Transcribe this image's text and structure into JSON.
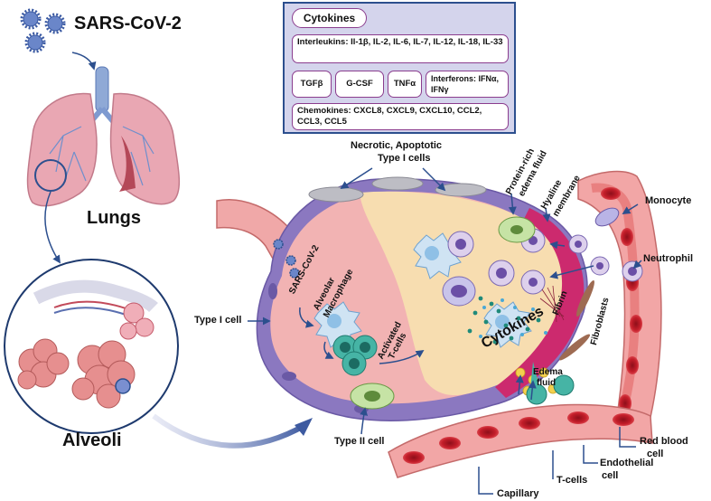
{
  "virus_label": "SARS-CoV-2",
  "lungs_label": "Lungs",
  "alveoli_label": "Alveoli",
  "cytokines_panel": {
    "title": "Cytokines",
    "interleukins": "Interleukins: Il-1β, IL-2, IL-6, IL-7, IL-12, IL-18, IL-33",
    "tgfb": "TGFβ",
    "gcsf": "G-CSF",
    "tnfa": "TNFα",
    "interferons": "Interferons: IFNα, IFNγ",
    "chemokines": "Chemokines: CXCL8, CXCL9, CXCL10, CCL2, CCL3, CCL5"
  },
  "labels": {
    "necrotic": "Necrotic, Apoptotic",
    "type1_cells": "Type I cells",
    "protein_rich_1": "Protein-rich",
    "protein_rich_2": "edema fluid",
    "hyaline_1": "Hyaline",
    "hyaline_2": "membrane",
    "monocyte": "Monocyte",
    "neutrophil": "Neutrophil",
    "type1_cell": "Type I cell",
    "sars_inner": "SARS-CoV-2",
    "alveolar_1": "Alveolar",
    "alveolar_2": "Macrophage",
    "activated_1": "Activated",
    "activated_2": "T-cells",
    "cytokines_center": "Cytokines",
    "fibrin": "Fibrin",
    "fibroblasts": "Fibroblasts",
    "edema_1": "Edema",
    "edema_2": "fluid",
    "type2_cell": "Type II cell",
    "red_blood_1": "Red blood",
    "red_blood_2": "cell",
    "endothelial_1": "Endothelial",
    "endothelial_2": "cell",
    "tcells": "T-cells",
    "capillary": "Capillary"
  },
  "colors": {
    "alveolus_pink": "#f2b3b3",
    "exudate_yellow": "#f7ddb0",
    "hyaline_magenta": "#cc2a6e",
    "membrane_purple": "#8b78c0",
    "vessel_red": "#f2a6a6",
    "rbc_red": "#c41e2a",
    "arrow_blue": "#2c4f8e",
    "lung_pink": "#e9a7b3",
    "trachea_blue": "#8fa9d6"
  }
}
